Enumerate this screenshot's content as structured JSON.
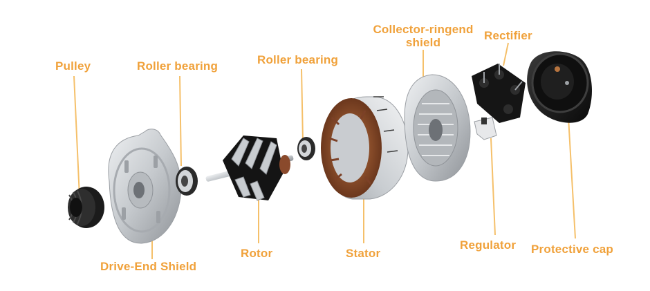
{
  "colors": {
    "label": "#f0a13a",
    "leader": "#f5c06a",
    "metal": "#c9ccd0",
    "metal_dark": "#8e9297",
    "plastic": "#1a1a1a",
    "copper": "#8a4a2c"
  },
  "labels": {
    "pulley": "Pulley",
    "roller_bearing_1": "Roller bearing",
    "roller_bearing_2": "Roller bearing",
    "collector_line1": "Collector-ringend",
    "collector_line2": "shield",
    "rectifier": "Rectifier",
    "drive_end_shield": "Drive-End Shield",
    "rotor": "Rotor",
    "stator": "Stator",
    "regulator": "Regulator",
    "protective_cap": "Protective cap"
  }
}
